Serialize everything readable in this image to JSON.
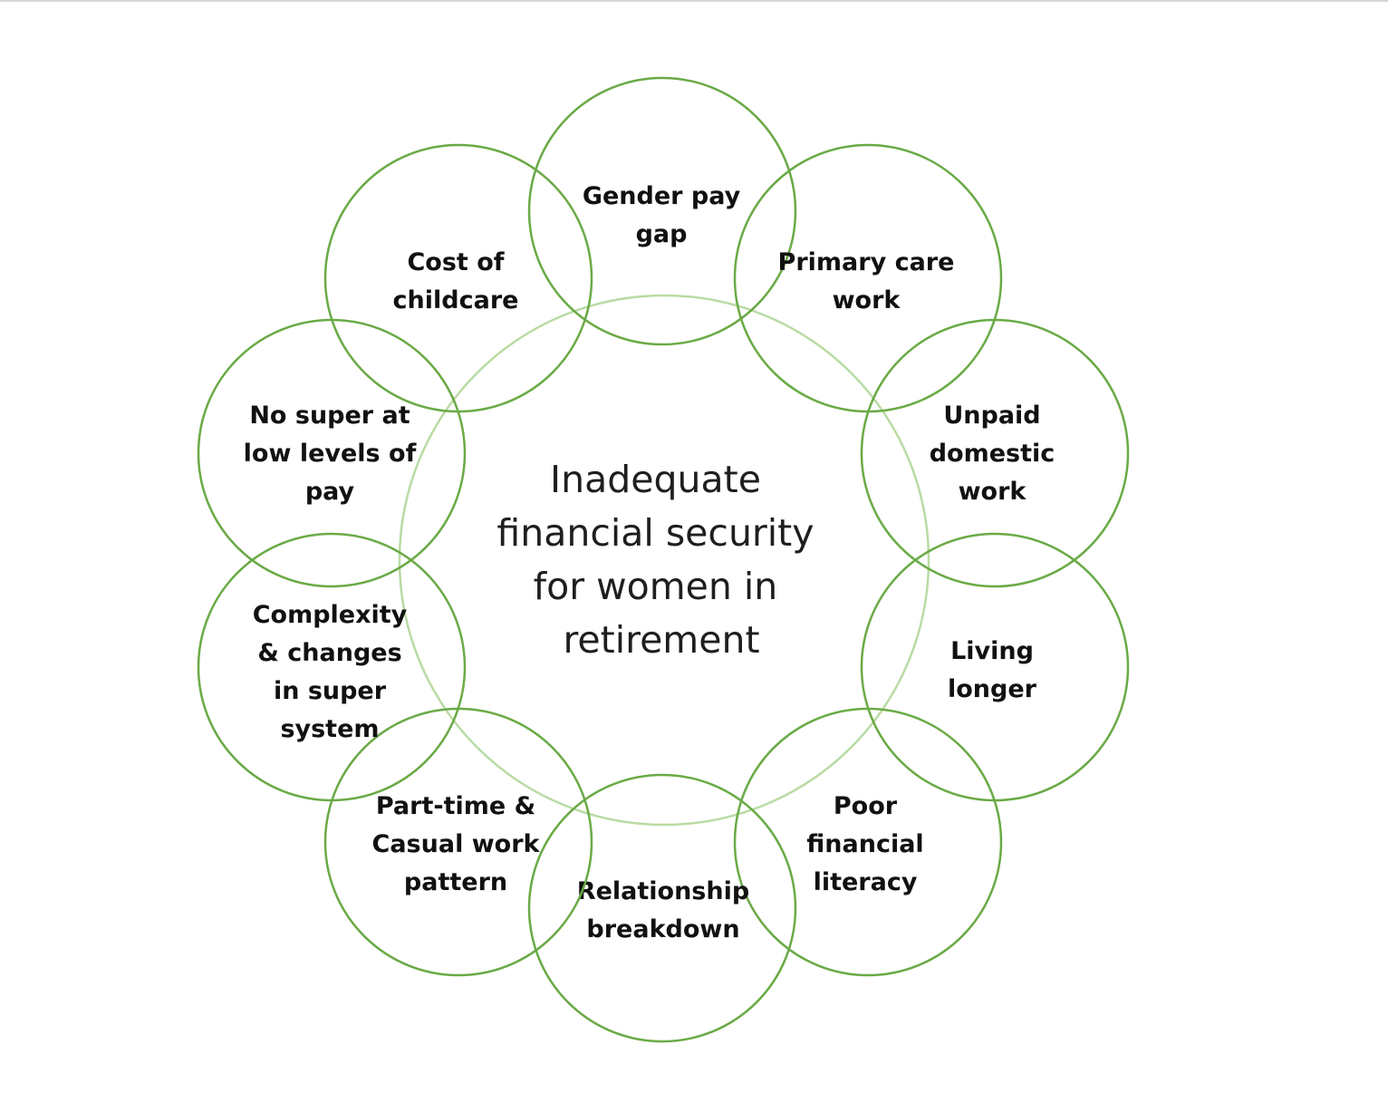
{
  "diagram": {
    "colors": {
      "outer_circle_stroke": "#6aaa46",
      "center_circle_stroke": "#b9dba3",
      "text": "#111111"
    },
    "center": {
      "lines": [
        "Inadequate",
        "financial  security",
        "for women in",
        "retirement"
      ]
    },
    "nodes": [
      {
        "id": "gender-pay-gap",
        "lines": [
          "Gender pay",
          "gap"
        ]
      },
      {
        "id": "primary-care-work",
        "lines": [
          "Primary care",
          "work"
        ]
      },
      {
        "id": "unpaid-domestic-work",
        "lines": [
          "Unpaid",
          "domestic",
          "work"
        ]
      },
      {
        "id": "living-longer",
        "lines": [
          "Living",
          "longer"
        ]
      },
      {
        "id": "poor-financial-literacy",
        "lines": [
          "Poor",
          "financial",
          "literacy"
        ]
      },
      {
        "id": "relationship-breakdown",
        "lines": [
          "Relationship",
          "breakdown"
        ]
      },
      {
        "id": "part-time-casual-work",
        "lines": [
          "Part-time &",
          "Casual work",
          "pattern"
        ]
      },
      {
        "id": "complexity-changes",
        "lines": [
          "Complexity",
          "& changes",
          "in super",
          "system"
        ]
      },
      {
        "id": "no-super-low-pay",
        "lines": [
          "No super at",
          "low levels of",
          "pay"
        ]
      },
      {
        "id": "cost-of-childcare",
        "lines": [
          "Cost of",
          "childcare"
        ]
      }
    ]
  }
}
